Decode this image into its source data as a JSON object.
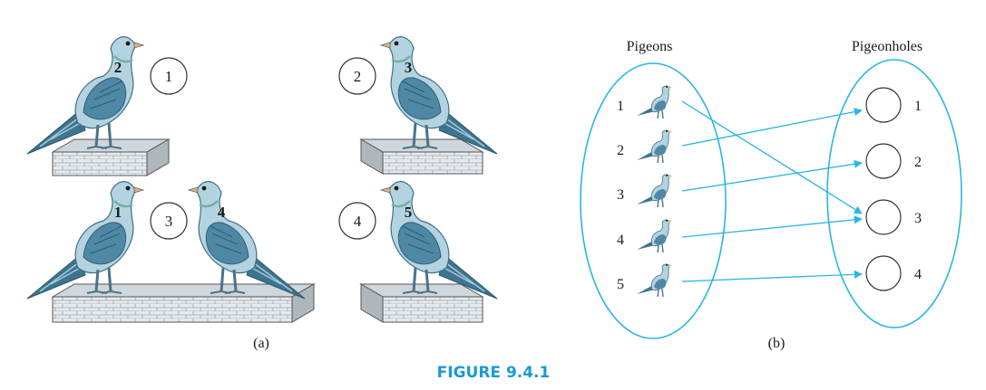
{
  "figure_caption": "FIGURE 9.4.1",
  "part_a": {
    "label": "(a)",
    "holes": [
      "1",
      "2",
      "3",
      "4"
    ],
    "pigeon_numbers": [
      "2",
      "3",
      "1",
      "4",
      "5"
    ]
  },
  "part_b": {
    "label": "(b)",
    "pigeons_heading": "Pigeons",
    "holes_heading": "Pigeonholes",
    "pigeons": [
      "1",
      "2",
      "3",
      "4",
      "5"
    ],
    "holes": [
      "1",
      "2",
      "3",
      "4"
    ],
    "mapping": [
      [
        "1",
        "3"
      ],
      [
        "2",
        "1"
      ],
      [
        "3",
        "2"
      ],
      [
        "4",
        "3"
      ],
      [
        "5",
        "4"
      ]
    ]
  },
  "colors": {
    "accent": "#29b6e0",
    "caption": "#1a9ad6",
    "pigeon_body": "#b4d3e0",
    "pigeon_wing": "#4f88a5",
    "brick": "#e6eaee",
    "ink": "#222222"
  }
}
